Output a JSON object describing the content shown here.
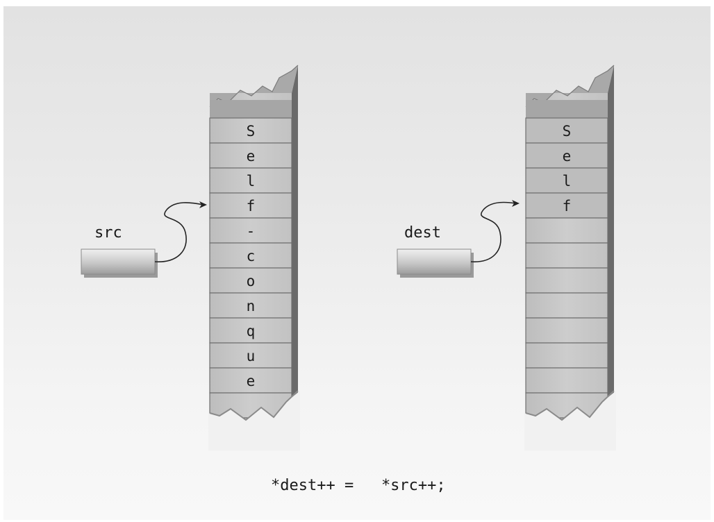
{
  "src": {
    "label": "src",
    "cells": [
      "S",
      "e",
      "l",
      "f",
      "-",
      "c",
      "o",
      "n",
      "q",
      "u",
      "e",
      "",
      ""
    ]
  },
  "dest": {
    "label": "dest",
    "cells": [
      "S",
      "e",
      "l",
      "f",
      "",
      "",
      "",
      "",
      "",
      "",
      "",
      "",
      ""
    ]
  },
  "statement": "*dest++ =   *src++;",
  "colors": {
    "cell_fill": "#c6c6c6",
    "cell_line": "#6e6e6e",
    "column_edge": "#6a6a6a",
    "box_light": "#e9e9e9",
    "box_dark": "#9a9a9a"
  }
}
